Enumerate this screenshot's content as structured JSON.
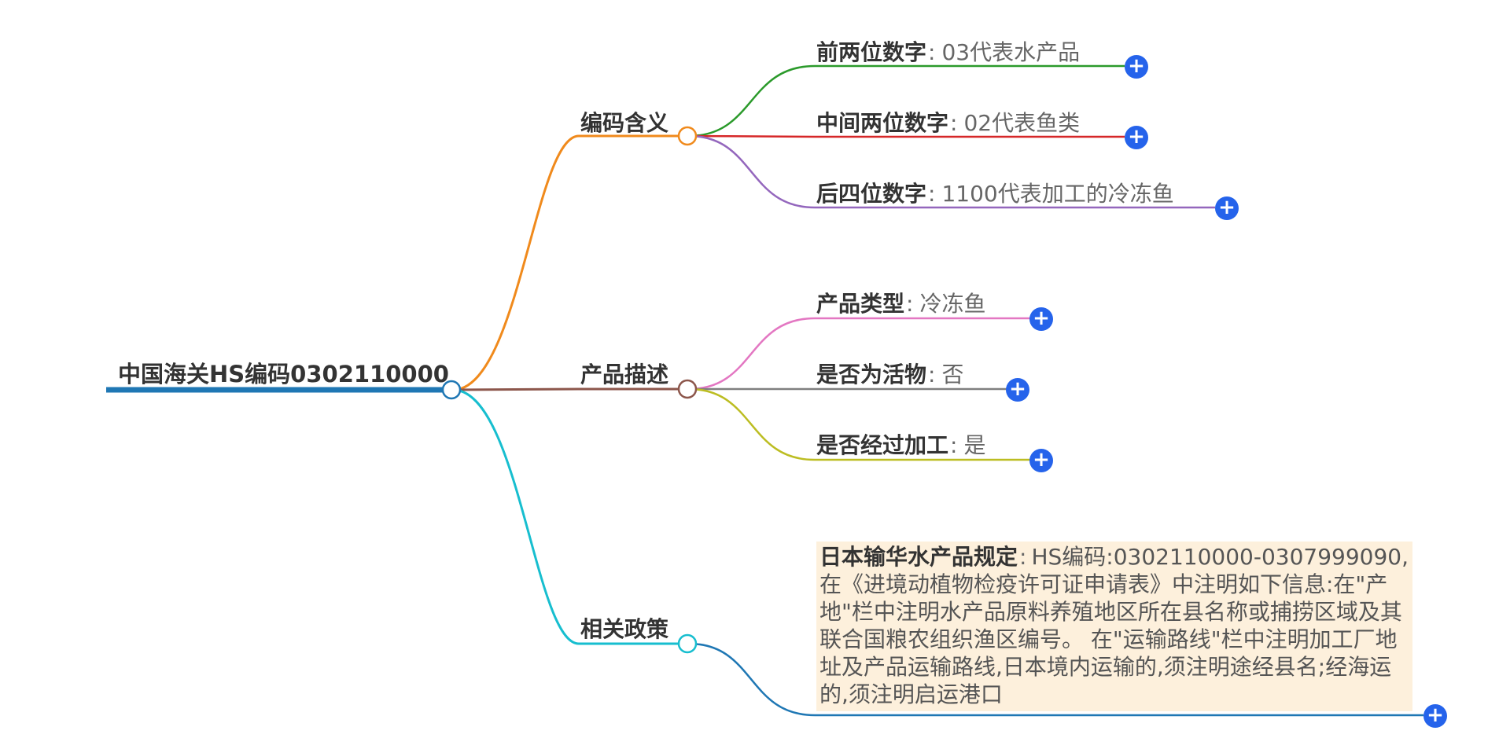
{
  "root": {
    "label": "中国海关HS编码0302110000"
  },
  "branches": [
    {
      "label": "编码含义",
      "color": "#f08a1c",
      "leaves": [
        {
          "key": "前两位数字",
          "value": "03代表水产品",
          "color": "#2b9a2b"
        },
        {
          "key": "中间两位数字",
          "value": "02代表鱼类",
          "color": "#d62728"
        },
        {
          "key": "后四位数字",
          "value": "1100代表加工的冷冻鱼",
          "color": "#9467bd"
        }
      ]
    },
    {
      "label": "产品描述",
      "color": "#8c564b",
      "leaves": [
        {
          "key": "产品类型",
          "value": "冷冻鱼",
          "color": "#e377c2"
        },
        {
          "key": "是否为活物",
          "value": "否",
          "color": "#7f7f7f"
        },
        {
          "key": "是否经过加工",
          "value": "是",
          "color": "#bcbd22"
        }
      ]
    },
    {
      "label": "相关政策",
      "color": "#17becf",
      "leaves": [
        {
          "key": "日本输华水产品规定",
          "value": "HS编码:0302110000-0307999090,在《进境动植物检疫许可证申请表》中注明如下信息:在\"产地\"栏中注明水产品原料养殖地区所在县名称或捕捞区域及其联合国粮农组织渔区编号。 在\"运输路线\"栏中注明加工厂地址及产品运输路线,日本境内运输的,须注明途经县名;经海运的,须注明启运港口",
          "color": "#1f77b4"
        }
      ]
    }
  ],
  "colors": {
    "root_line": "#1f77b4",
    "expand_button": "#2563eb",
    "policy_bg": "#fdf0dc"
  },
  "icons": {
    "expand": "plus-circle-icon",
    "node": "circle-node-icon"
  },
  "separator": ":",
  "expand_symbol": "+"
}
